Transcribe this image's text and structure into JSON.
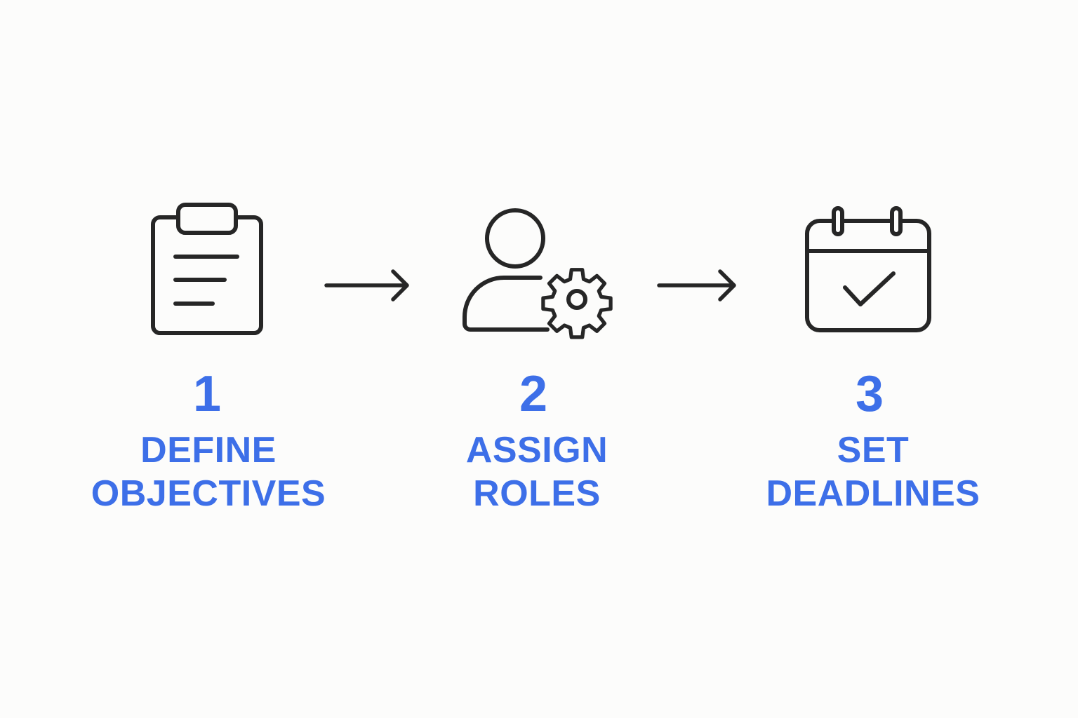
{
  "colors": {
    "accent": "#3d6fe8",
    "icon_stroke": "#262626",
    "background": "#fcfcfb"
  },
  "steps": [
    {
      "number": "1",
      "label_line1": "DEFINE",
      "label_line2": "OBJECTIVES",
      "icon": "clipboard-icon"
    },
    {
      "number": "2",
      "label_line1": "ASSIGN",
      "label_line2": "ROLES",
      "icon": "user-gear-icon"
    },
    {
      "number": "3",
      "label_line1": "SET",
      "label_line2": "DEADLINES",
      "icon": "calendar-check-icon"
    }
  ],
  "connectors": [
    {
      "icon": "arrow-right-icon"
    },
    {
      "icon": "arrow-right-icon"
    }
  ]
}
